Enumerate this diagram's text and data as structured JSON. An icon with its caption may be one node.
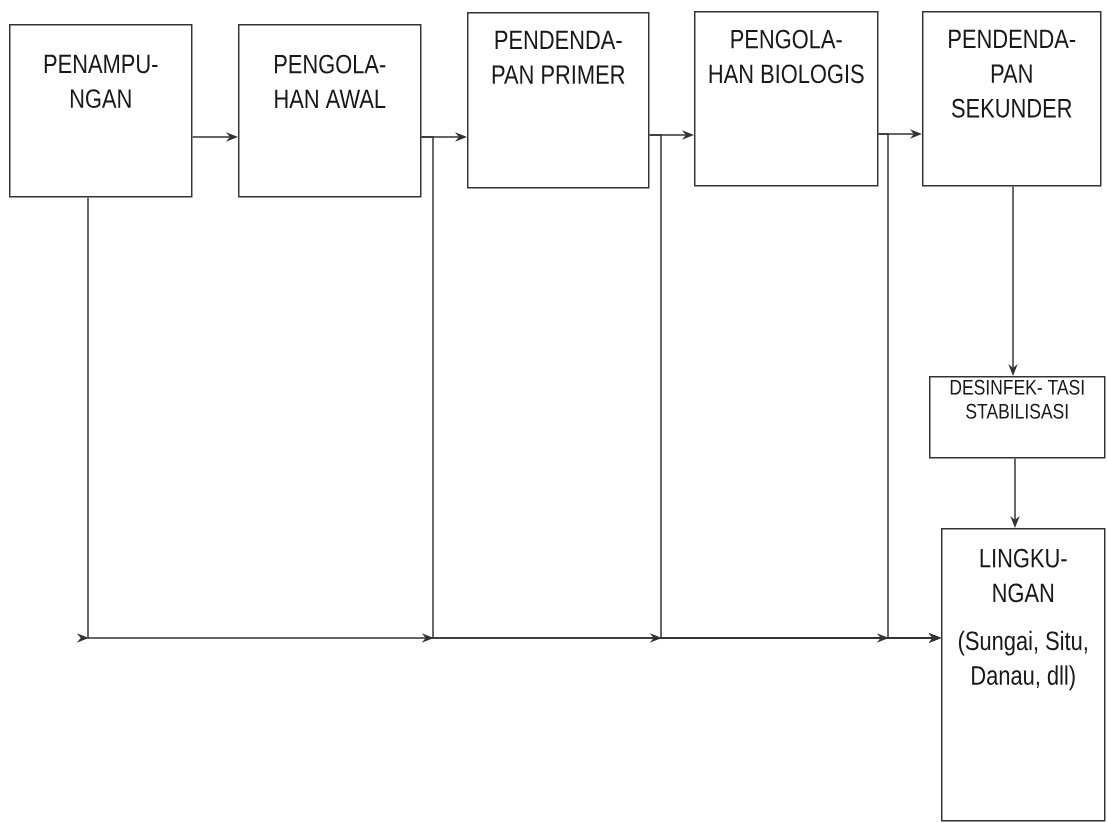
{
  "diagram": {
    "nodes": [
      {
        "text": [
          "PENAMPU- NGAN"
        ]
      },
      {
        "text": [
          "PENGOLA- HAN AWAL"
        ]
      },
      {
        "text": [
          "PENDENDA- PAN PRIMER"
        ]
      },
      {
        "text": [
          "PENGOLA- HAN BIOLOGIS"
        ]
      },
      {
        "text": [
          "PENDENDA- PAN SEKUNDER"
        ]
      },
      {
        "text": [
          "DESINFEK- TASI STABILISASI"
        ]
      },
      {
        "text": [
          "LINGKU- NGAN",
          "(Sungai, Situ, Danau, dll)"
        ]
      }
    ],
    "edges": [
      {
        "from": 0,
        "to": 1,
        "arrow": "to"
      },
      {
        "from": 1,
        "to": 2,
        "arrow": "to"
      },
      {
        "from": 2,
        "to": 3,
        "arrow": "to"
      },
      {
        "from": 3,
        "to": 4,
        "arrow": "to"
      },
      {
        "from": 4,
        "to": 5,
        "arrow": "to"
      },
      {
        "from": 5,
        "to": 6,
        "arrow": "to"
      },
      {
        "from": 0,
        "to": 6,
        "arrow": "to"
      },
      {
        "from": 1,
        "to": 6,
        "arrow": "to"
      },
      {
        "from": 2,
        "to": 6,
        "arrow": "to"
      },
      {
        "from": 3,
        "to": 6,
        "arrow": "to"
      }
    ]
  }
}
